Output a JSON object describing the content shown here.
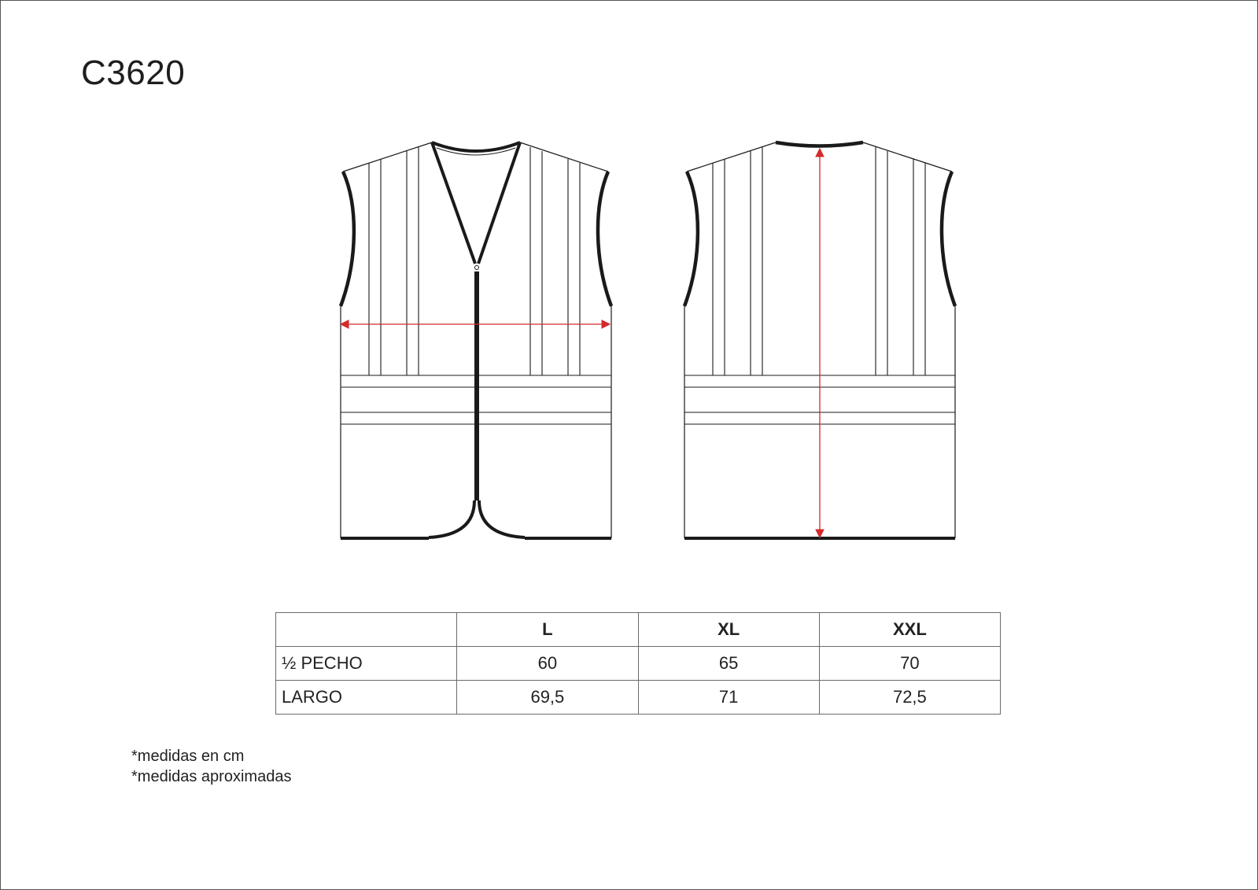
{
  "product": {
    "code": "C3620"
  },
  "views": [
    {
      "name": "front"
    },
    {
      "name": "back"
    }
  ],
  "size_table": {
    "columns": [
      "",
      "L",
      "XL",
      "XXL"
    ],
    "rows": [
      {
        "label": "½  PECHO",
        "values": [
          "60",
          "65",
          "70"
        ]
      },
      {
        "label": "LARGO",
        "values": [
          "69,5",
          "71",
          "72,5"
        ]
      }
    ]
  },
  "notes": [
    "*medidas en cm",
    "*medidas aproximadas"
  ],
  "colors": {
    "outline": "#1a1a1a",
    "measure_arrow": "#d42a2a",
    "table_border": "#6a6a6a"
  }
}
